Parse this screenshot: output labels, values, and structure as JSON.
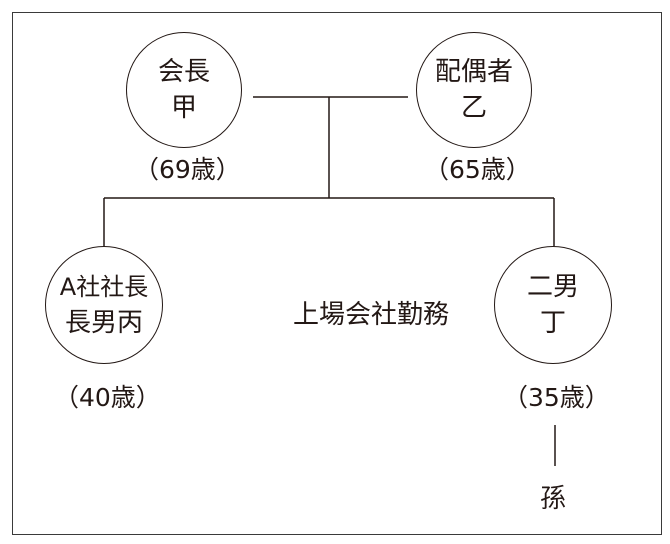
{
  "persons": {
    "chairman": {
      "line1": "会長",
      "line2": "甲",
      "age": "（69歳）"
    },
    "spouse": {
      "line1": "配偶者",
      "line2": "乙",
      "age": "（65歳）"
    },
    "eldest": {
      "line1": "A社社長",
      "line2": "長男丙",
      "age": "（40歳）"
    },
    "second": {
      "line1": "二男",
      "line2": "丁",
      "age": "（35歳）"
    }
  },
  "second_son_note": "上場会社勤務",
  "grandchild": "孫",
  "colors": {
    "line": "#231815",
    "frame": "#3a3a3a",
    "background": "#ffffff"
  }
}
